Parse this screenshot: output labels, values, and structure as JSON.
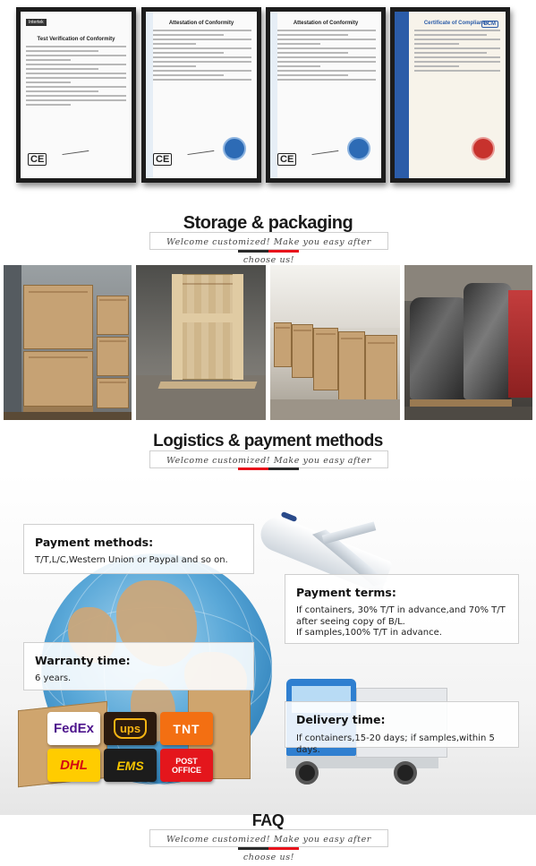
{
  "certificates": [
    {
      "title": "Test Verification of Conformity",
      "logo": "Intertek",
      "mark": "CE"
    },
    {
      "title": "Attestation of Conformity",
      "mark": "CE"
    },
    {
      "title": "Attestation of Conformity",
      "mark": "CE"
    },
    {
      "title": "Certificate of Compliance",
      "mark": "ECM"
    }
  ],
  "storage": {
    "title": "Storage & packaging",
    "tagline": "Welcome customized! Make you easy after choose us!"
  },
  "logistics": {
    "title": "Logistics & payment methods",
    "tagline": "Welcome customized! Make you easy after choose us!",
    "payment_methods": {
      "title": "Payment methods:",
      "text": "T/T,L/C,Western Union or Paypal and so on."
    },
    "payment_terms": {
      "title": "Payment terms:",
      "lines": [
        "If containers, 30% T/T in advance,and 70% T/T",
        "after seeing copy of B/L.",
        "If samples,100% T/T in advance."
      ]
    },
    "warranty": {
      "title": "Warranty time:",
      "text": "6 years."
    },
    "delivery": {
      "title": "Delivery time:",
      "text": "If containers,15-20 days; if samples,within 5 days."
    },
    "carriers": [
      "FedEx",
      "ups",
      "TNT",
      "DHL",
      "EMS",
      "POST OFFICE"
    ]
  },
  "faq": {
    "title": "FAQ",
    "tagline": "Welcome customized! Make you easy after choose us!"
  },
  "colors": {
    "accent_red": "#e8121b",
    "accent_dark": "#2a2a2a"
  }
}
